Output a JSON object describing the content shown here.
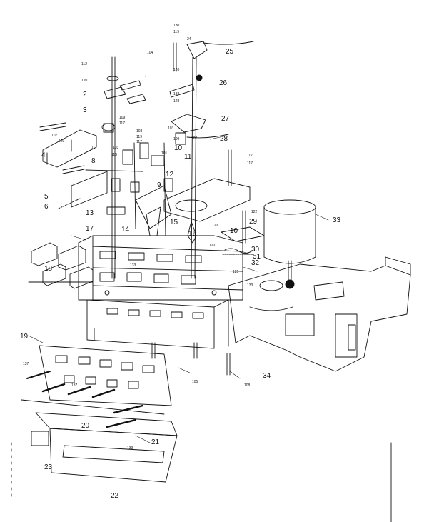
{
  "diagram": {
    "ink_color": "#111111",
    "background_color": "#ffffff",
    "callouts_large": [
      "2",
      "3",
      "4",
      "5",
      "6",
      "8",
      "9",
      "11",
      "12",
      "13",
      "14",
      "15",
      "16",
      "17",
      "18",
      "19",
      "20",
      "21",
      "22",
      "23",
      "25",
      "26",
      "27",
      "28",
      "29",
      "30",
      "31",
      "32",
      "33",
      "34",
      "10",
      "10"
    ],
    "callouts_small": [
      "130",
      "119",
      "24",
      "112",
      "120",
      "104",
      "1",
      "120",
      "132",
      "128",
      "109",
      "117",
      "103",
      "119",
      "117",
      "107",
      "120",
      "117",
      "103",
      "119",
      "103",
      "109",
      "117",
      "117",
      "122",
      "120",
      "120",
      "125",
      "133",
      "133",
      "137",
      "137",
      "105",
      "108",
      "133",
      "101",
      "102"
    ]
  }
}
